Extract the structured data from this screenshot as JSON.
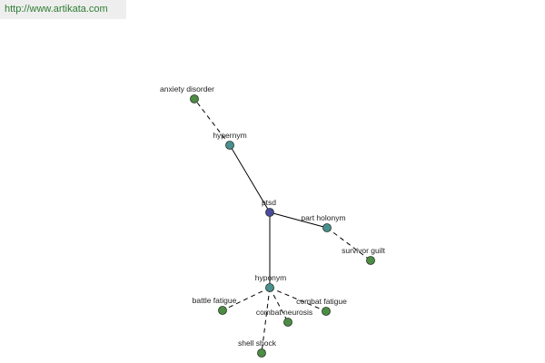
{
  "header": {
    "url": "http://www.artikata.com"
  },
  "colors": {
    "center_node": "#4a4a9e",
    "relation_node": "#4a9090",
    "leaf_node": "#4d8c45",
    "url_text": "#2e7d32"
  },
  "graph": {
    "nodes": [
      {
        "id": "ptsd",
        "label": "ptsd",
        "kind": "center"
      },
      {
        "id": "hypernym",
        "label": "hypernym",
        "kind": "relation"
      },
      {
        "id": "part-holonym",
        "label": "part holonym",
        "kind": "relation"
      },
      {
        "id": "hyponym",
        "label": "hyponym",
        "kind": "relation"
      },
      {
        "id": "anxiety-disorder",
        "label": "anxiety disorder",
        "kind": "leaf"
      },
      {
        "id": "survivor-guilt",
        "label": "survivor guilt",
        "kind": "leaf"
      },
      {
        "id": "battle-fatigue",
        "label": "battle fatigue",
        "kind": "leaf"
      },
      {
        "id": "combat-neurosis",
        "label": "combat neurosis",
        "kind": "leaf"
      },
      {
        "id": "combat-fatigue",
        "label": "combat fatigue",
        "kind": "leaf"
      },
      {
        "id": "shell-shock",
        "label": "shell shock",
        "kind": "leaf"
      }
    ],
    "edges": [
      {
        "from": "ptsd",
        "to": "hypernym",
        "style": "solid"
      },
      {
        "from": "ptsd",
        "to": "part-holonym",
        "style": "solid"
      },
      {
        "from": "ptsd",
        "to": "hyponym",
        "style": "solid"
      },
      {
        "from": "hypernym",
        "to": "anxiety-disorder",
        "style": "dashed"
      },
      {
        "from": "part-holonym",
        "to": "survivor-guilt",
        "style": "dashed"
      },
      {
        "from": "hyponym",
        "to": "battle-fatigue",
        "style": "dashed"
      },
      {
        "from": "hyponym",
        "to": "combat-neurosis",
        "style": "dashed"
      },
      {
        "from": "hyponym",
        "to": "combat-fatigue",
        "style": "dashed"
      },
      {
        "from": "hyponym",
        "to": "shell-shock",
        "style": "dashed"
      }
    ]
  }
}
